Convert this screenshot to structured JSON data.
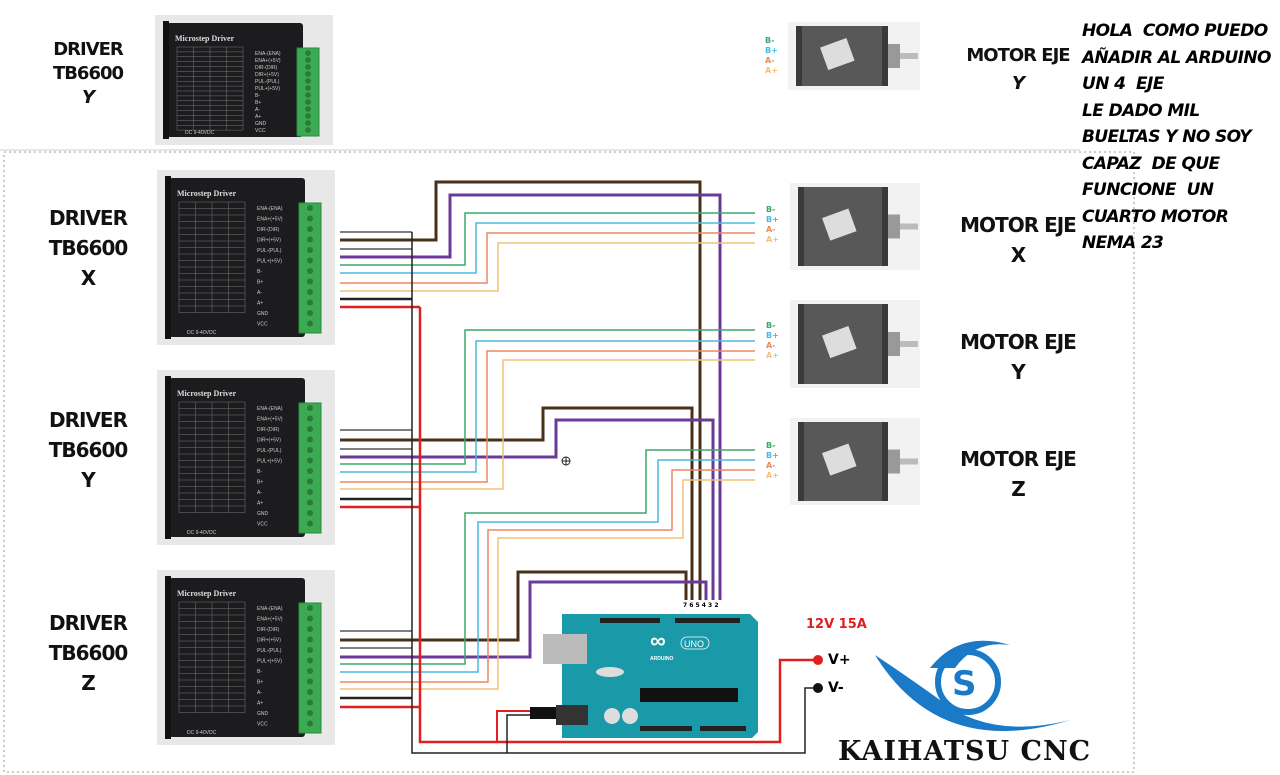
{
  "drivers": [
    {
      "line1": "DRIVER",
      "line2": "TB6600",
      "axis": "Y"
    },
    {
      "line1": "DRIVER",
      "line2": "TB6600",
      "axis": "X"
    },
    {
      "line1": "DRIVER",
      "line2": "TB6600",
      "axis": "Y"
    },
    {
      "line1": "DRIVER",
      "line2": "TB6600",
      "axis": "Z"
    }
  ],
  "driver_panel": {
    "title": "Microstep Driver",
    "voltage": "DC 9-40VDC",
    "terminals": [
      "ENA-(ENA)",
      "ENA+(+5V)",
      "DIR-(DIR)",
      "DIR+(+5V)",
      "PUL-(PUL)",
      "PUL+(+5V)",
      "B-",
      "B+",
      "A-",
      "A+",
      "GND",
      "VCC"
    ]
  },
  "motors": [
    {
      "line1": "MOTOR EJE",
      "axis": "Y"
    },
    {
      "line1": "MOTOR EJE",
      "axis": "X"
    },
    {
      "line1": "MOTOR EJE",
      "axis": "Y"
    },
    {
      "line1": "MOTOR EJE",
      "axis": "Z"
    }
  ],
  "coil_labels": [
    "B-",
    "B+",
    "A-",
    "A+"
  ],
  "arduino": {
    "brand": "ARDUINO",
    "model": "UNO",
    "pins": "7 6 5 4 3 2"
  },
  "power": {
    "rating": "12V 15A",
    "vplus": "V+",
    "vminus": "V-"
  },
  "note": [
    "HOLA  COMO PUEDO",
    "AÑADIR AL ARDUINO",
    "UN 4  EJE",
    "LE DADO MIL",
    "BUELTAS Y NO SOY",
    "CAPAZ  DE QUE",
    "FUNCIONE  UN",
    "CUARTO MOTOR",
    "NEMA 23"
  ],
  "logo_text": "KAIHATSU CNC",
  "colors": {
    "brown": "#4a3018",
    "purple": "#6a3a98",
    "green": "#3aa86a",
    "cyan": "#4ab8e0",
    "orange": "#e88a60",
    "yellow": "#f0c078",
    "black": "#222222",
    "gray": "#555555",
    "red": "#e02020",
    "arduino": "#1a9aa8",
    "logo_blue": "#1a7ac8"
  }
}
